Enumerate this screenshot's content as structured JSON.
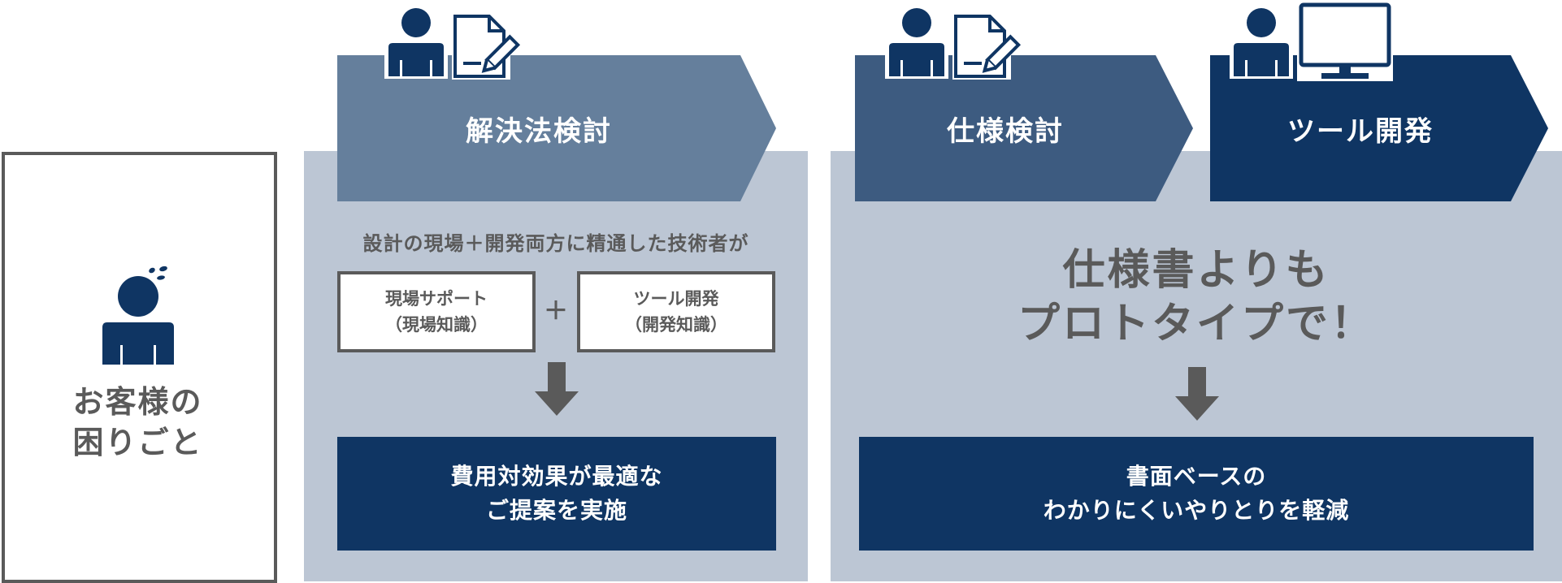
{
  "customer": {
    "label": "お客様の\n困りごと"
  },
  "steps": [
    {
      "label": "解決法検討"
    },
    {
      "label": "仕様検討"
    },
    {
      "label": "ツール開発"
    }
  ],
  "solution": {
    "subtitle": "設計の現場＋開発両方に精通した技術者が",
    "skills": [
      "現場サポート\n（現場知識）",
      "ツール開発\n（開発知識）"
    ],
    "plus": "＋",
    "result": "費用対効果が最適な\nご提案を実施"
  },
  "prototype": {
    "headline": "仕様書よりも\nプロトタイプで！",
    "result": "書面ベースの\nわかりにくいやりとりを軽減"
  },
  "colors": {
    "navy": "#0f3563",
    "mid_blue": "#3d5b80",
    "steel_blue": "#657f9c",
    "panel": "#bcc6d4",
    "gray": "#5a5a5a"
  },
  "icons": {
    "customer": "troubled-person-icon",
    "engineer": "person-icon",
    "document": "document-pen-icon",
    "monitor": "monitor-icon",
    "arrow": "arrow-down-icon"
  }
}
